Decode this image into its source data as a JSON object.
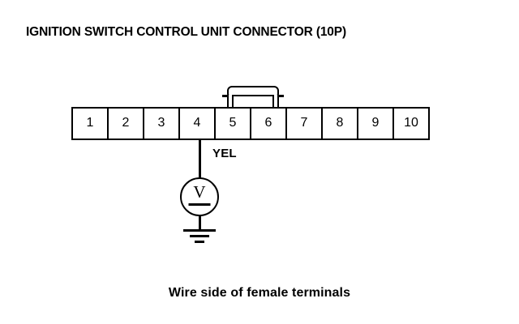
{
  "diagram": {
    "title": "IGNITION SWITCH CONTROL UNIT CONNECTOR (10P)",
    "caption": "Wire side of female terminals",
    "ink_color": "#000000",
    "background_color": "#ffffff"
  },
  "connector": {
    "pin_count": 10,
    "pins": [
      {
        "number": "1"
      },
      {
        "number": "2"
      },
      {
        "number": "3"
      },
      {
        "number": "4"
      },
      {
        "number": "5"
      },
      {
        "number": "6"
      },
      {
        "number": "7"
      },
      {
        "number": "8"
      },
      {
        "number": "9"
      },
      {
        "number": "10"
      }
    ],
    "latch": {
      "name": "locking-tab",
      "spans_pins": [
        5,
        6
      ]
    }
  },
  "probe": {
    "connected_pin": "4",
    "wire_label": "YEL",
    "meter": {
      "type": "voltmeter",
      "glyph": "V"
    },
    "ground": {
      "symbol": "earth-ground"
    }
  }
}
